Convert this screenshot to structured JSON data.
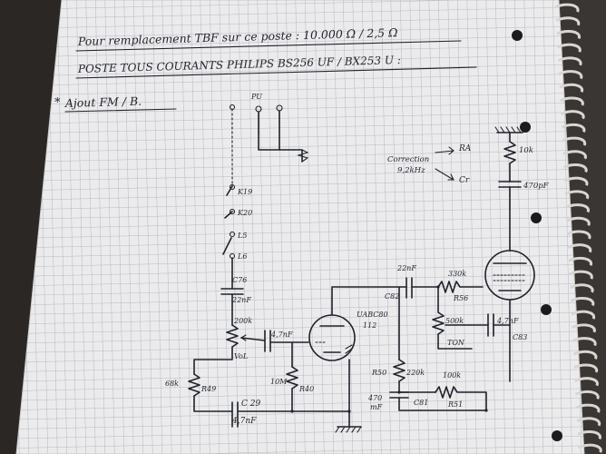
{
  "header": {
    "line1": "Pour remplacement TBF sur ce poste : 10.000 Ω / 2,5 Ω",
    "line2": "POSTE TOUS COURANTS   PHILIPS  BS256 UF / BX253 U :",
    "line3": "Ajout FM / B."
  },
  "labels": {
    "pu": "PU",
    "k19": "K19",
    "k20": "K20",
    "l5": "L5",
    "l6": "L6",
    "c76": "C76",
    "c76_val": "22nF",
    "pot_val": "200k",
    "vol": "VoL",
    "r68k": "68k",
    "r49": "R49",
    "c29": "C 29",
    "c29_val": "4,7nF",
    "c_grid_val": "4,7nF",
    "r10m": "10M",
    "r40": "R40",
    "tube1_name": "UABC80",
    "tube1_id": "112",
    "c82_val": "22nF",
    "c82": "C82",
    "r330k": "330k",
    "r56": "R56",
    "r500k": "500k",
    "ton": "TON",
    "c83_val": "4,7nF",
    "c83": "C83",
    "r50": "R50",
    "r220k": "220k",
    "r100k": "100k",
    "r51": "R51",
    "c470": "470",
    "c470_unit": "mF",
    "c81": "C81",
    "correction": "Correction",
    "freq": "9,2kHz",
    "ra": "RA",
    "cr": "Cr",
    "r10k": "10k",
    "c470pf": "470pF"
  },
  "colors": {
    "paper": "#ecebec",
    "grid": "#9ea3b8",
    "ink": "#23262e",
    "background": "#3a3633"
  },
  "icons": {
    "spiral": "spiral-binding-icon",
    "tube": "vacuum-tube-icon",
    "ground": "ground-symbol-icon"
  }
}
